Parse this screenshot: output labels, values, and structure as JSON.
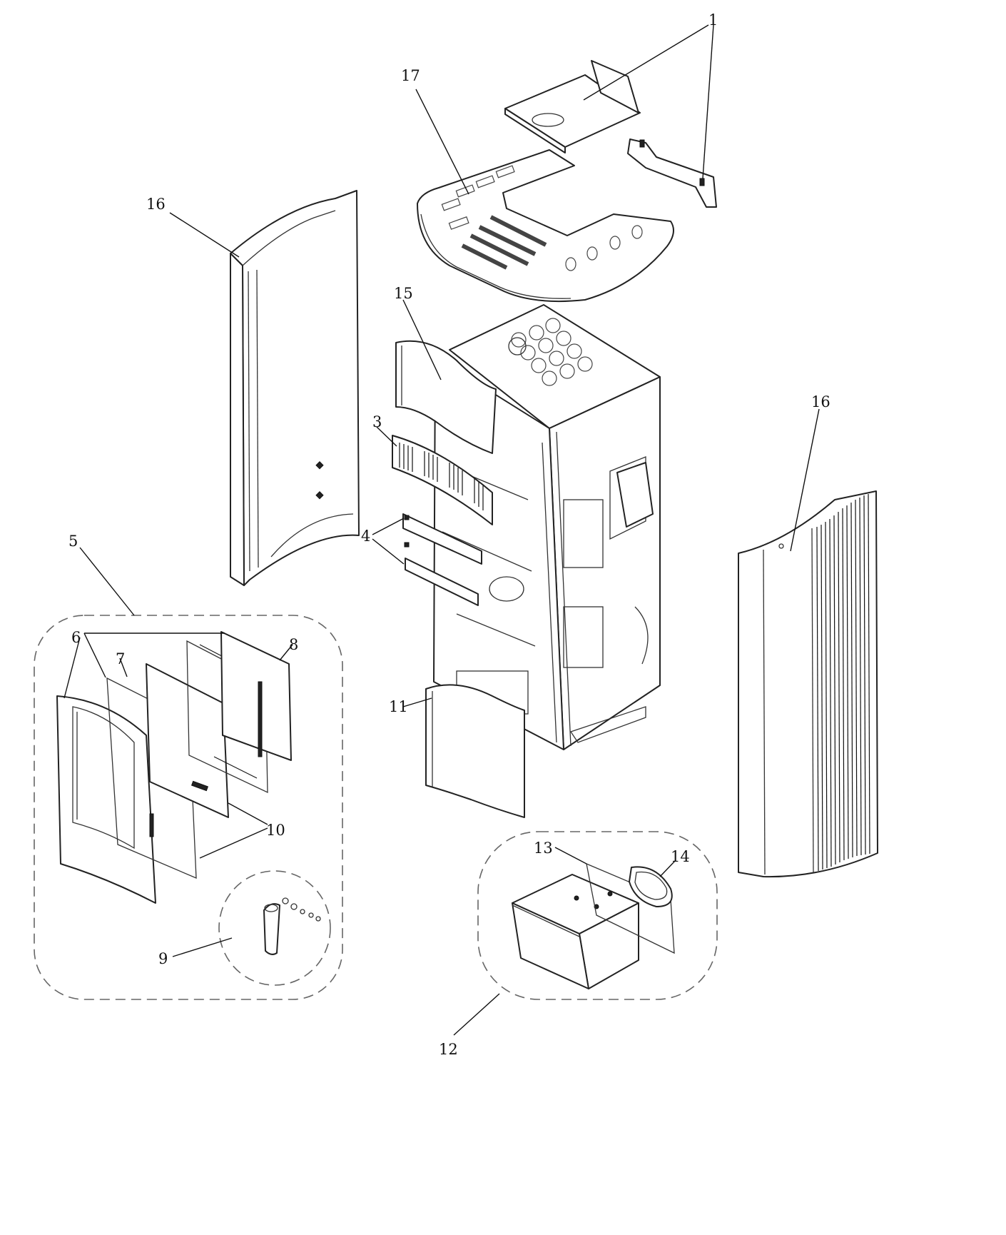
{
  "diagram": {
    "callouts": [
      {
        "id": "c1",
        "label": "1"
      },
      {
        "id": "c17",
        "label": "17"
      },
      {
        "id": "c16a",
        "label": "16"
      },
      {
        "id": "c15",
        "label": "15"
      },
      {
        "id": "c3",
        "label": "3"
      },
      {
        "id": "c16b",
        "label": "16"
      },
      {
        "id": "c4",
        "label": "4"
      },
      {
        "id": "c5",
        "label": "5"
      },
      {
        "id": "c6",
        "label": "6"
      },
      {
        "id": "c7",
        "label": "7"
      },
      {
        "id": "c8",
        "label": "8"
      },
      {
        "id": "c11",
        "label": "11"
      },
      {
        "id": "c10",
        "label": "10"
      },
      {
        "id": "c13",
        "label": "13"
      },
      {
        "id": "c14",
        "label": "14"
      },
      {
        "id": "c9",
        "label": "9"
      },
      {
        "id": "c12",
        "label": "12"
      }
    ]
  }
}
